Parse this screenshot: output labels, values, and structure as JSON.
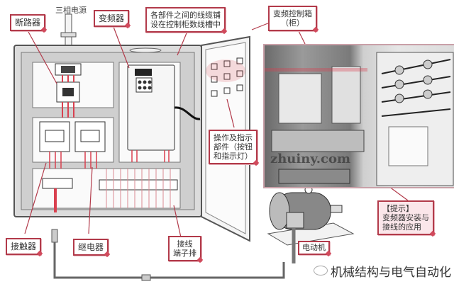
{
  "diagram": {
    "power_input_label": "三相电源",
    "callouts": {
      "breaker": "断路器",
      "vfd": "变频器",
      "wiring_trough_line1": "各部件之间的线缆铺",
      "wiring_trough_line2": "设在控制柜数线槽中",
      "cabinet_line1": "变频控制箱",
      "cabinet_line2": "（柜）",
      "operation_line1": "操作及指示",
      "operation_line2": "部件（按钮",
      "operation_line3": "和指示灯）",
      "contactor": "接触器",
      "relay": "继电器",
      "terminal_line1": "接线",
      "terminal_line2": "端子排",
      "motor": "电动机",
      "tip_line1": "【提示】",
      "tip_line2": "变频器安装与",
      "tip_line3": "接线的应用"
    },
    "photo_watermark": "zhuiny.com",
    "watermark": "机械结构与电气自动化",
    "colors": {
      "callout_border": "#b23a4a",
      "wire_red": "#d9404f",
      "cabinet_gray": "#9a9a9a"
    }
  }
}
